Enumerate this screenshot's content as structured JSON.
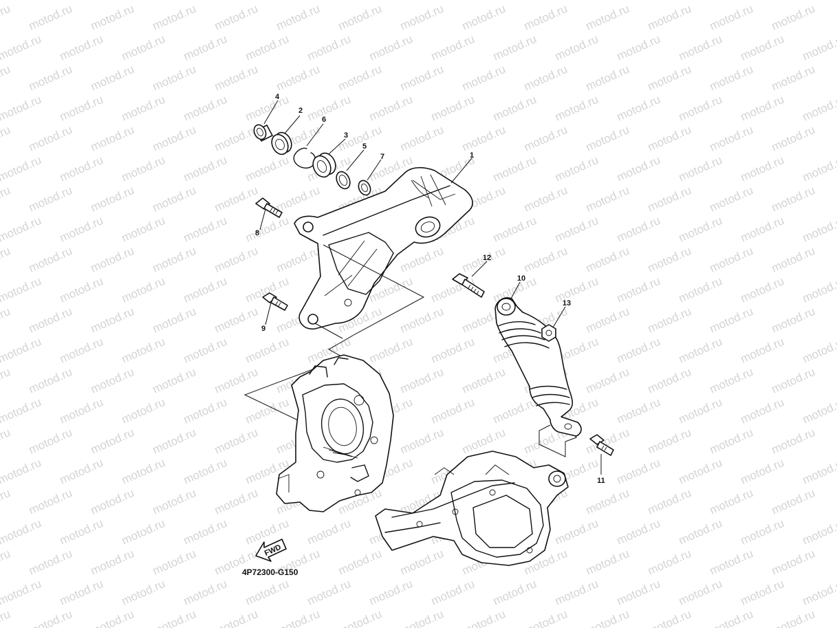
{
  "watermark": {
    "text": "motod.ru"
  },
  "diagram": {
    "code": "4P72300-G150",
    "fwd_label": "FWD",
    "callouts": [
      {
        "id": "label-1",
        "text": "1"
      },
      {
        "id": "label-2",
        "text": "2"
      },
      {
        "id": "label-3",
        "text": "3"
      },
      {
        "id": "label-4",
        "text": "4"
      },
      {
        "id": "label-5",
        "text": "5"
      },
      {
        "id": "label-6",
        "text": "6"
      },
      {
        "id": "label-7",
        "text": "7"
      },
      {
        "id": "label-8",
        "text": "8"
      },
      {
        "id": "label-9",
        "text": "9"
      },
      {
        "id": "label-10",
        "text": "10"
      },
      {
        "id": "label-11",
        "text": "11"
      },
      {
        "id": "label-12",
        "text": "12"
      },
      {
        "id": "label-13",
        "text": "13"
      }
    ]
  }
}
